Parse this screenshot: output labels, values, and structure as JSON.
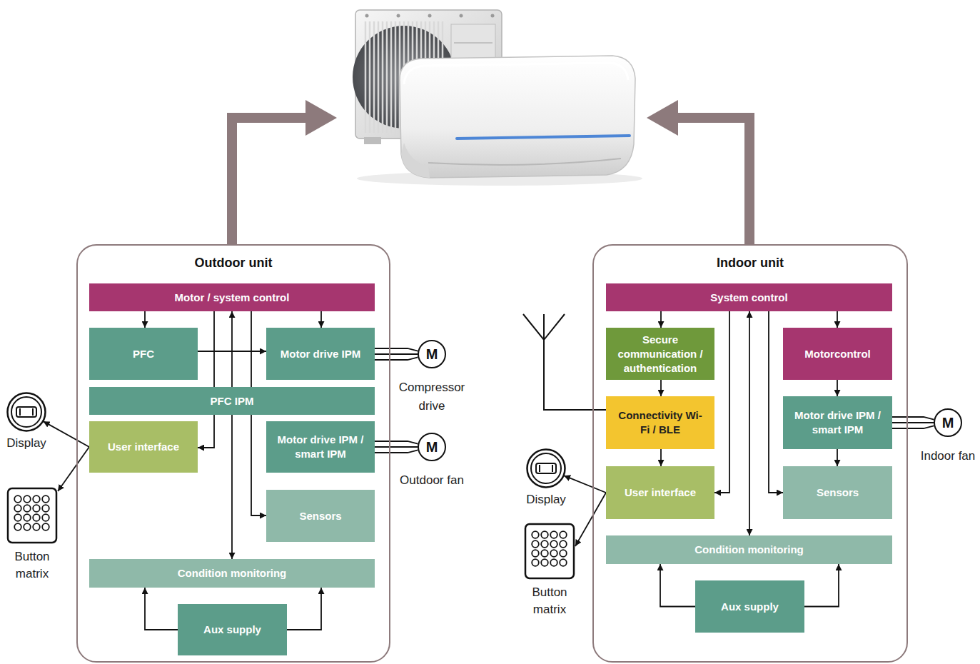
{
  "diagram": {
    "nodes": [
      {
        "text": [
          "Outdoor unit"
        ]
      },
      {
        "text": [
          "Motor / system control"
        ],
        "in": 0
      },
      {
        "text": [
          "PFC"
        ],
        "in": 0
      },
      {
        "text": [
          "Motor drive IPM"
        ],
        "in": 0
      },
      {
        "text": [
          "PFC IPM"
        ],
        "in": 0
      },
      {
        "text": [
          "User interface"
        ],
        "in": 0
      },
      {
        "text": [
          "Motor drive IPM / smart IPM"
        ],
        "in": 0
      },
      {
        "text": [
          "Sensors"
        ],
        "in": 0
      },
      {
        "text": [
          "Condition monitoring"
        ],
        "in": 0
      },
      {
        "text": [
          "Aux supply"
        ],
        "in": 0
      },
      {
        "text": [
          "Display"
        ]
      },
      {
        "text": [
          "Button matrix"
        ]
      },
      {
        "text": [
          "M",
          "Compressor drive"
        ]
      },
      {
        "text": [
          "M",
          "Outdoor fan"
        ]
      },
      {
        "text": [
          "Indoor unit"
        ]
      },
      {
        "text": [
          "System control"
        ],
        "in": 14
      },
      {
        "text": [
          "Secure communication / authentication"
        ],
        "in": 14
      },
      {
        "text": [
          "Connectivity Wi-Fi / BLE"
        ],
        "in": 14
      },
      {
        "text": [
          "Motorcontrol"
        ],
        "in": 14
      },
      {
        "text": [
          "Motor drive IPM / smart IPM"
        ],
        "in": 14
      },
      {
        "text": [
          "User interface"
        ],
        "in": 14
      },
      {
        "text": [
          "Sensors"
        ],
        "in": 14
      },
      {
        "text": [
          "Condition monitoring"
        ],
        "in": 14
      },
      {
        "text": [
          "Aux supply"
        ],
        "in": 14
      },
      {
        "text": [
          "Display"
        ]
      },
      {
        "text": [
          "Button matrix"
        ]
      },
      {
        "text": [
          "M",
          "Indoor fan"
        ]
      }
    ],
    "edges": [
      {
        "from": 1,
        "to": 2,
        "arrow": "to"
      },
      {
        "from": 1,
        "to": 3,
        "arrow": "to"
      },
      {
        "from": 2,
        "to": 3,
        "arrow": "to"
      },
      {
        "from": 1,
        "to": 5,
        "arrow": "to"
      },
      {
        "from": 1,
        "to": 8,
        "arrow": "both"
      },
      {
        "from": 1,
        "to": 7,
        "arrow": "to"
      },
      {
        "from": 3,
        "to": 12,
        "arrow": "none"
      },
      {
        "from": 6,
        "to": 13,
        "arrow": "none"
      },
      {
        "from": 5,
        "to": 10,
        "arrow": "to"
      },
      {
        "from": 5,
        "to": 11,
        "arrow": "to"
      },
      {
        "from": 9,
        "to": 8,
        "arrow": "to"
      },
      {
        "from": 9,
        "to": 8,
        "arrow": "to"
      },
      {
        "from": 15,
        "to": 16,
        "arrow": "to"
      },
      {
        "from": 16,
        "to": 17,
        "arrow": "to"
      },
      {
        "from": 17,
        "to": 20,
        "arrow": "to"
      },
      {
        "from": 15,
        "to": 20,
        "arrow": "to"
      },
      {
        "from": 15,
        "to": 22,
        "arrow": "both"
      },
      {
        "from": 15,
        "to": 21,
        "arrow": "to"
      },
      {
        "from": 15,
        "to": 18,
        "arrow": "to"
      },
      {
        "from": 18,
        "to": 19,
        "arrow": "to"
      },
      {
        "from": 19,
        "to": 21,
        "arrow": "to"
      },
      {
        "from": 19,
        "to": 26,
        "arrow": "none"
      },
      {
        "from": 20,
        "to": 24,
        "arrow": "to"
      },
      {
        "from": 20,
        "to": 25,
        "arrow": "to"
      },
      {
        "from": 23,
        "to": 22,
        "arrow": "to"
      },
      {
        "from": 23,
        "to": 22,
        "arrow": "to"
      }
    ]
  }
}
